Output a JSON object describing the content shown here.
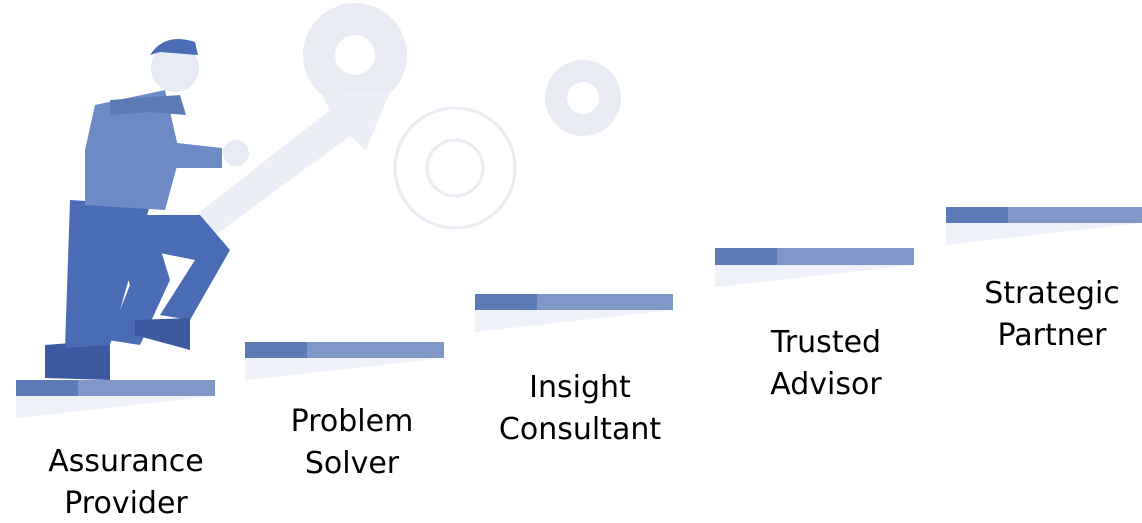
{
  "steps": [
    {
      "line1": "Assurance",
      "line2": "Provider"
    },
    {
      "line1": "Problem",
      "line2": "Solver"
    },
    {
      "line1": "Insight",
      "line2": "Consultant"
    },
    {
      "line1": "Trusted",
      "line2": "Advisor"
    },
    {
      "line1": "Strategic",
      "line2": "Partner"
    }
  ],
  "colors": {
    "step_dark": "#5b7bb6",
    "step_light": "#7f98c8",
    "step_shadow": "#eef1f8",
    "gear": "#e9ecf3",
    "arrow": "#eceff6",
    "figure": "#4a6cb4"
  },
  "icons": [
    "gear-icon",
    "growth-arrow-icon",
    "person-climbing-icon"
  ]
}
